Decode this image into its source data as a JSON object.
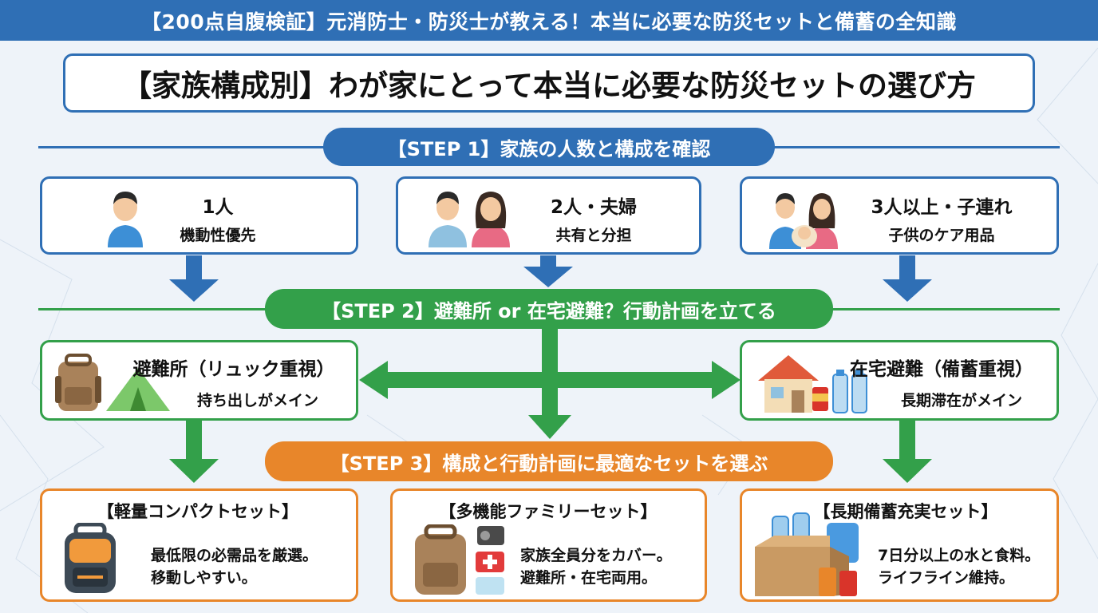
{
  "header": "【200点自腹検証】元消防士・防災士が教える！本当に必要な防災セットと備蓄の全知識",
  "title": "【家族構成別】わが家にとって本当に必要な防災セットの選び方",
  "step1": {
    "label": "【STEP 1】家族の人数と構成を確認",
    "cards": [
      {
        "title": "1人",
        "sub": "機動性優先"
      },
      {
        "title": "2人・夫婦",
        "sub": "共有と分担"
      },
      {
        "title": "3人以上・子連れ",
        "sub": "子供のケア用品"
      }
    ]
  },
  "step2": {
    "label": "【STEP 2】避難所 or 在宅避難？行動計画を立てる",
    "cards": [
      {
        "title": "避難所（リュック重視）",
        "sub": "持ち出しがメイン"
      },
      {
        "title": "在宅避難（備蓄重視）",
        "sub": "長期滞在がメイン"
      }
    ]
  },
  "step3": {
    "label": "【STEP 3】構成と行動計画に最適なセットを選ぶ",
    "cards": [
      {
        "title": "【軽量コンパクトセット】",
        "line1": "最低限の必需品を厳選。",
        "line2": "移動しやすい。"
      },
      {
        "title": "【多機能ファミリーセット】",
        "line1": "家族全員分をカバー。",
        "line2": "避難所・在宅両用。"
      },
      {
        "title": "【長期備蓄充実セット】",
        "line1": "7日分以上の水と食料。",
        "line2": "ライフライン維持。"
      }
    ]
  },
  "colors": {
    "blue": "#2f6fb5",
    "green": "#33a04a",
    "orange": "#e8862a"
  }
}
